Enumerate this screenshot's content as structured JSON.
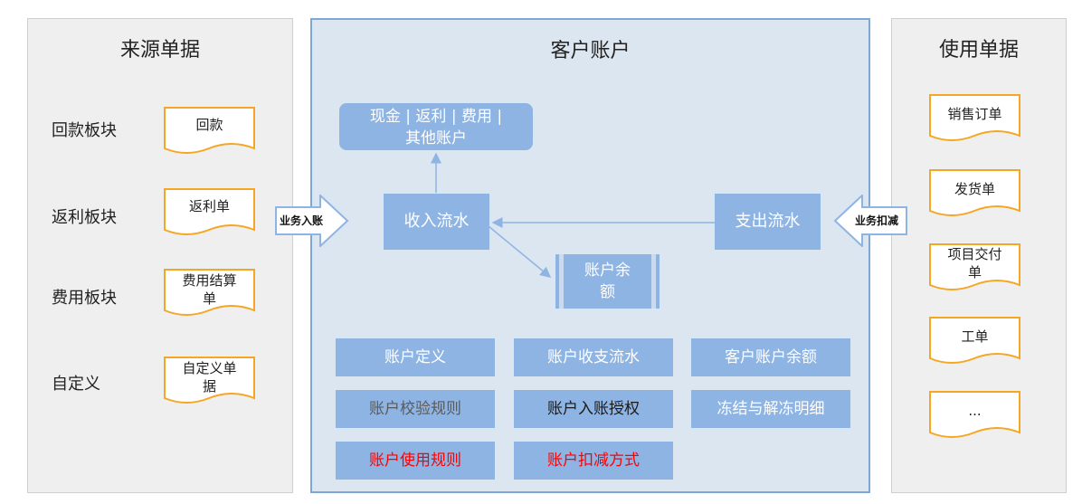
{
  "left_panel": {
    "title": "来源单据",
    "rows": [
      {
        "label": "回款板块",
        "doc": [
          "回款"
        ]
      },
      {
        "label": "返利板块",
        "doc": [
          "返利单"
        ]
      },
      {
        "label": "费用板块",
        "doc": [
          "费用结算",
          "单"
        ]
      },
      {
        "label": "自定义",
        "doc": [
          "自定义单",
          "据"
        ]
      }
    ]
  },
  "middle_panel": {
    "title": "客户账户",
    "account_types": [
      "现金 | 返利 | 费用 |",
      "其他账户"
    ],
    "income_flow": "收入流水",
    "expense_flow": "支出流水",
    "balance": [
      "账户余",
      "额"
    ],
    "functions": [
      {
        "label": "账户定义",
        "style": "white"
      },
      {
        "label": "账户收支流水",
        "style": "white"
      },
      {
        "label": "客户账户余额",
        "style": "white"
      },
      {
        "label": "账户校验规则",
        "style": "gray"
      },
      {
        "label": "账户入账授权",
        "style": "black"
      },
      {
        "label": "冻结与解冻明细",
        "style": "white"
      },
      {
        "label": "账户使用规则",
        "style": "red"
      },
      {
        "label": "账户扣减方式",
        "style": "red"
      }
    ],
    "colors": {
      "box": "#8eb4e3",
      "panel": "#dce6f1",
      "red_text": "#ff0000"
    }
  },
  "right_panel": {
    "title": "使用单据",
    "docs": [
      [
        "销售订单"
      ],
      [
        "发货单"
      ],
      [
        "项目交付",
        "单"
      ],
      [
        "工单"
      ],
      [
        "..."
      ]
    ]
  },
  "arrows": {
    "inbound": "业务入账",
    "outbound": "业务扣减"
  }
}
